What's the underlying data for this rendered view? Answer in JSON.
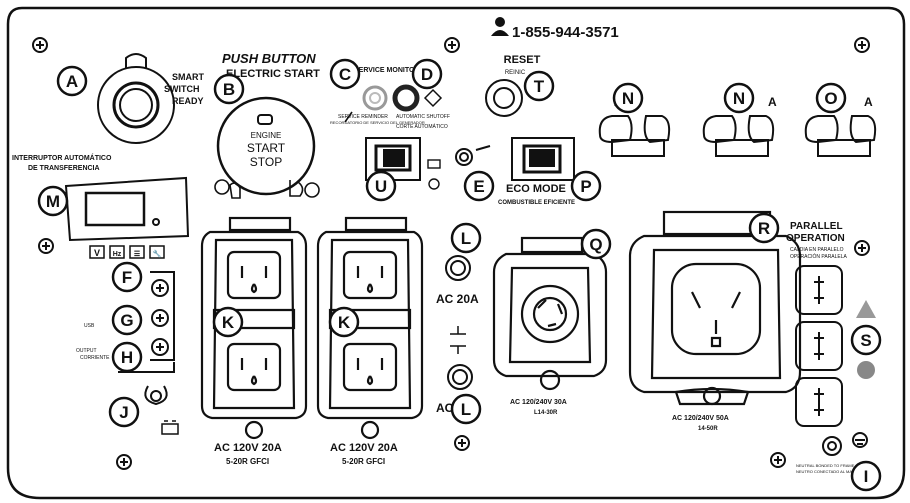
{
  "panel": {
    "phone": "1-855-944-3571",
    "push_button_title": "PUSH BUTTON",
    "push_button_sub": "ELECTRIC START",
    "engine_label": "ENGINE",
    "start_label": "START",
    "stop_label": "STOP",
    "smart_line1": "SMART",
    "smart_line2": "SWITCH",
    "smart_line3": "READY",
    "reset_label": "RESET",
    "reset_sub": "REINIC",
    "service_reminder": "SERVICE REMINDER",
    "service_reminder_es": "RECORDATORIO DE SERVICIO DEL GENERADOR",
    "auto_shutoff": "AUTOMATIC SHUTOFF",
    "auto_shutoff_es": "CORTE AUTOMÁTICO",
    "service_monitor": "SERVICE MONITOR",
    "transfer_switch": "INTERRUPTOR AUTOMÁTICO",
    "transfer_switch2": "DE TRANSFERENCIA",
    "eco_mode": "ECO MODE",
    "eco_sub": "COMBUSTIBLE EFICIENTE",
    "meter_buttons": [
      "V",
      "Hz",
      "☰",
      "🔧"
    ],
    "ac20a": "AC 20A",
    "ac_lower": "AC",
    "outlet1_label": "AC  120V  20A",
    "outlet1_sub": "5-20R GFCI",
    "outlet2_label": "AC  120V  20A",
    "outlet2_sub": "5-20R GFCI",
    "l14_30_label": "AC 120/240V 30A",
    "l14_30_sub": "L14-30R",
    "l14_50_label": "AC 120/240V 50A",
    "l14_50_sub": "14-50R",
    "parallel_title": "PARALLEL",
    "parallel_title2": "OPERATION",
    "parallel_sub": "CALDIA EN PARALELO",
    "parallel_sub2": "OPERACIÓN PARALELA",
    "ground_text": "NEUTRAL BONDED TO FRAME",
    "ground_text2": "NEUTRO CONECTADO AL MARCO",
    "usb_label": "USB",
    "output_label": "OUTPUT",
    "output_es": "CORRIENTE",
    "a_labels": [
      "A",
      "A",
      "A"
    ]
  },
  "callouts": [
    "A",
    "B",
    "C",
    "D",
    "T",
    "N",
    "N",
    "O",
    "M",
    "U",
    "E",
    "P",
    "F",
    "G",
    "H",
    "J",
    "K",
    "K",
    "L",
    "L",
    "Q",
    "R",
    "S",
    "I"
  ]
}
